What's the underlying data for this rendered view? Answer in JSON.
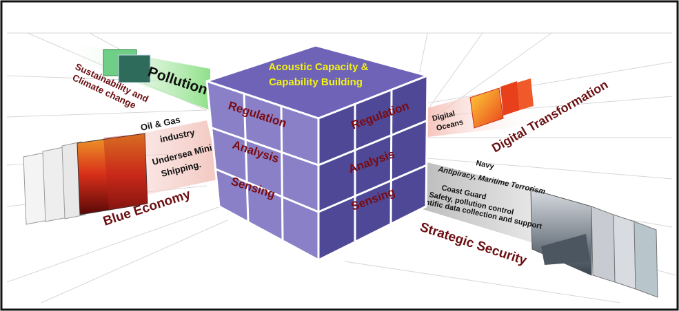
{
  "title": {
    "line1": "Acoustic Capacity &",
    "line2": "Capability Building"
  },
  "cube": {
    "front_left": [
      "Regulation",
      "Analysis",
      "Sensing"
    ],
    "front_right": [
      "Regulation",
      "Analysis",
      "Sensing"
    ]
  },
  "branches": {
    "pollution": {
      "heading": "Pollution",
      "sub_line1": "Sustainability and",
      "sub_line2": "Climate change"
    },
    "blue_economy": {
      "heading": "Blue Economy",
      "item1_line1": "Oil & Gas",
      "item1_line2": "industry",
      "item2_line1": "Undersea Mining,",
      "item2_line2": "Shipping."
    },
    "digital": {
      "heading": "Digital Transformation",
      "sub_line1": "Digital",
      "sub_line2": "Oceans"
    },
    "security": {
      "heading": "Strategic Security",
      "line1": "Navy",
      "line2": "Antipiracy, Maritime Terrorism",
      "line3": "Coast Guard",
      "line4": "Safety, pollution control",
      "line5": "Scientific data collection and support"
    }
  },
  "colors": {
    "cube_top": "#6f63b8",
    "cube_left": "#8a80c8",
    "cube_right": "#4e4896",
    "title_text": "#f2f214",
    "branch_text": "#6b0f12",
    "pollution_band": "#9ee69a",
    "economy_band": "#f4c9c4",
    "digital_band": "#f6c7bf",
    "security_band": "#c7c7c7"
  }
}
